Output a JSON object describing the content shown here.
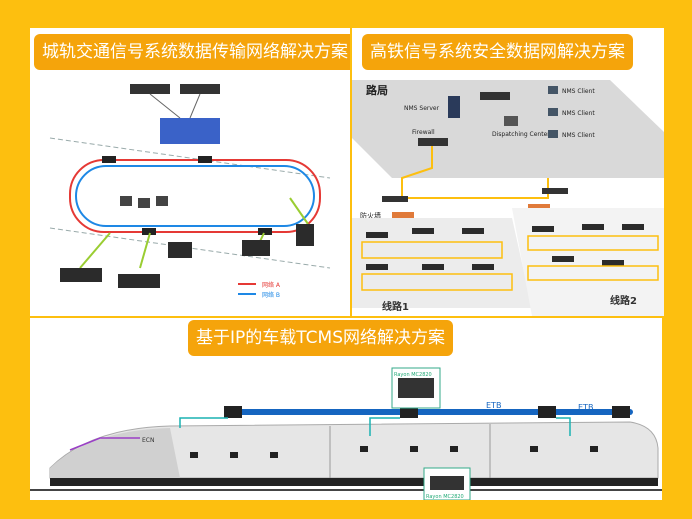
{
  "page": {
    "panel1_title": "城轨交通信号系统数据传输网络解决方案",
    "panel2_title": "高铁信号系统安全数据网解决方案",
    "panel3_title": "基于IP的车载TCMS网络解决方案"
  },
  "colors": {
    "background": "#FDBF0F",
    "title_badge": "#F5A40B",
    "network_red": "#E53935",
    "network_blue": "#1E88E5",
    "green_link": "#9ACD32",
    "etb_blue": "#1565C0"
  },
  "panel1": {
    "legend": [
      "网络 A",
      "网络 B"
    ]
  },
  "panel2": {
    "bureau_label": "路局",
    "firewall_label": "防火墙",
    "line1_label": "线路1",
    "line2_label": "线路2",
    "center_items": [
      "NMS Server",
      "Firewall",
      "Dispatching Center"
    ],
    "client_items": [
      "NMS Client",
      "NMS Client",
      "NMS Client"
    ]
  },
  "panel3": {
    "etb_labels": [
      "ETB",
      "ETB"
    ],
    "device_labels": [
      "Rayon MC2820",
      "Rayon MC2820"
    ],
    "train_tag": "ECN"
  },
  "chart_data": {
    "type": "diagram",
    "panels": [
      "城轨交通信号系统数据传输网络解决方案",
      "高铁信号系统安全数据网解决方案",
      "基于IP的车载TCMS网络解决方案"
    ]
  }
}
